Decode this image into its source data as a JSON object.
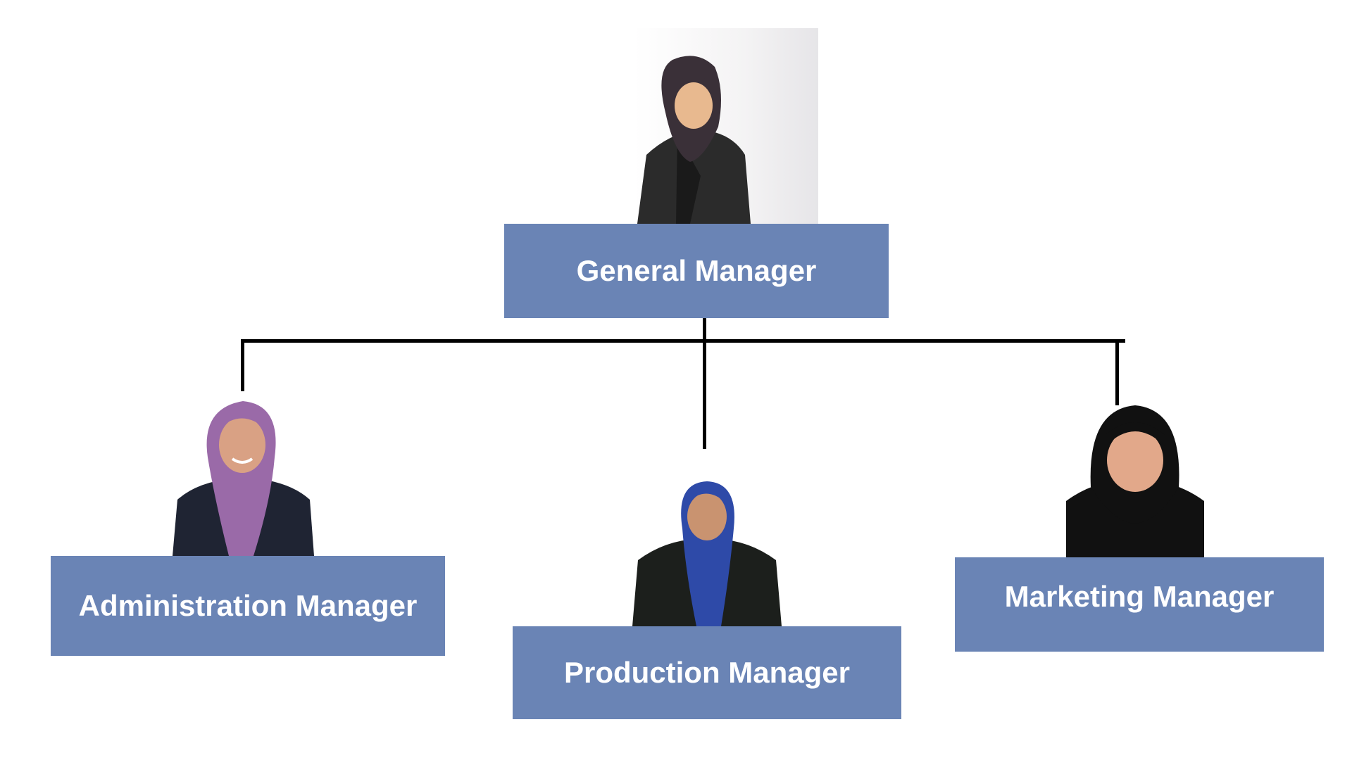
{
  "colors": {
    "box_fill": "#6a84b5",
    "box_text": "#ffffff",
    "connector": "#000000",
    "background": "#ffffff"
  },
  "nodes": {
    "general": {
      "label": "General Manager",
      "portrait_icon": "person-photo-icon",
      "hijab_color": "#3a3038",
      "top_color": "#2b2b2b"
    },
    "administration": {
      "label": "Administration Manager",
      "portrait_icon": "person-photo-icon",
      "hijab_color": "#9a6aa8",
      "top_color": "#1f2433"
    },
    "production": {
      "label": "Production Manager",
      "portrait_icon": "person-photo-icon",
      "hijab_color": "#2e4aa8",
      "top_color": "#1c1f1c"
    },
    "marketing": {
      "label": "Marketing Manager",
      "portrait_icon": "person-photo-icon",
      "hijab_color": "#111111",
      "top_color": "#111111"
    }
  }
}
